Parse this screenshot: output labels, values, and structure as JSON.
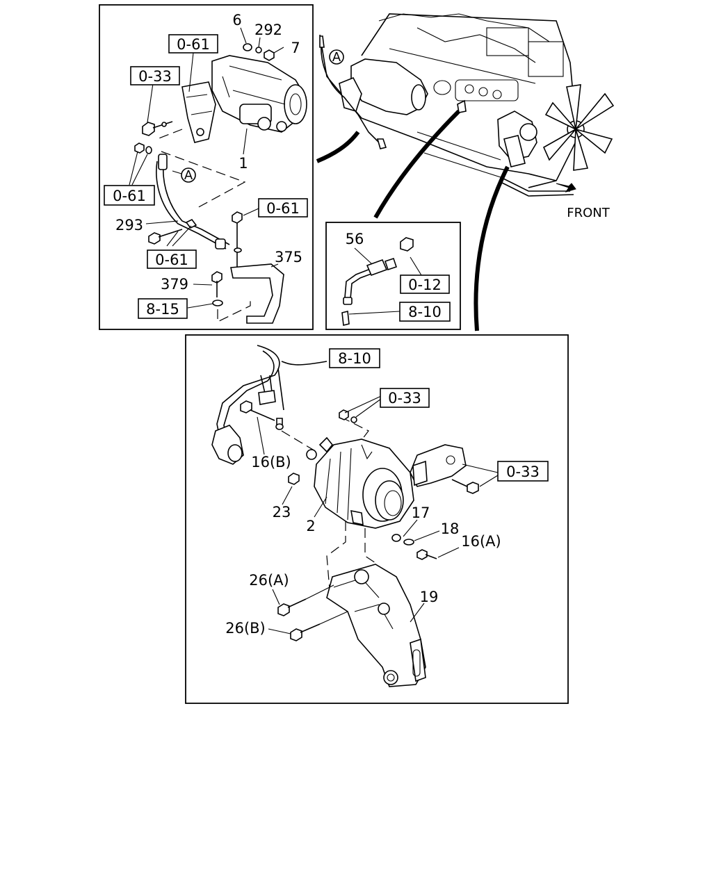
{
  "panels": {
    "starter": {
      "part_labels": {
        "p6": "6",
        "p292": "292",
        "p7": "7",
        "p1": "1",
        "p293": "293",
        "p375": "375",
        "p379": "379"
      },
      "ref_boxes": {
        "r061_top": "0-61",
        "r033": "0-33",
        "r061_left": "0-61",
        "r061_right": "0-61",
        "r061_bottom": "0-61",
        "r815": "8-15"
      },
      "callout_a": "A"
    },
    "engine_overview": {
      "callout_a": "A",
      "front_label": "FRONT"
    },
    "sensor": {
      "part_labels": {
        "p56": "56"
      },
      "ref_boxes": {
        "r012": "0-12",
        "r810": "8-10"
      }
    },
    "alternator": {
      "part_labels": {
        "p16b": "16(B)",
        "p23": "23",
        "p2": "2",
        "p17": "17",
        "p18": "18",
        "p16a": "16(A)",
        "p26a": "26(A)",
        "p26b": "26(B)",
        "p19": "19"
      },
      "ref_boxes": {
        "r810": "8-10",
        "r033_top": "0-33",
        "r033_right": "0-33"
      }
    }
  }
}
